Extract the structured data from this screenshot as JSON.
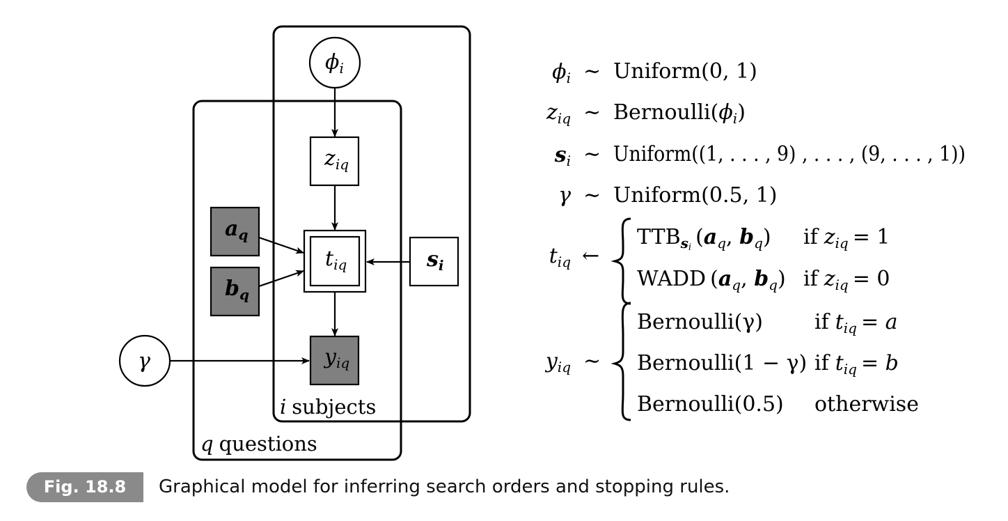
{
  "colors": {
    "observed_fill": "#808080",
    "stroke": "#000000",
    "caption_tag_bg": "#8a8a8a"
  },
  "plates": {
    "subjects_label_var": "i",
    "subjects_label_text": "subjects",
    "questions_label_var": "q",
    "questions_label_text": "questions"
  },
  "nodes": {
    "phi": {
      "symbol": "ϕ",
      "sub": "i",
      "shape": "circle",
      "observed": false
    },
    "z": {
      "symbol": "z",
      "sub": "iq",
      "shape": "square",
      "observed": false
    },
    "a": {
      "symbol": "a",
      "sub": "q",
      "shape": "square",
      "observed": true
    },
    "b": {
      "symbol": "b",
      "sub": "q",
      "shape": "square",
      "observed": true
    },
    "t": {
      "symbol": "t",
      "sub": "iq",
      "shape": "double-square",
      "observed": false,
      "deterministic": true
    },
    "s": {
      "symbol": "s",
      "sub": "i",
      "shape": "square",
      "observed": false
    },
    "y": {
      "symbol": "y",
      "sub": "iq",
      "shape": "square",
      "observed": true
    },
    "gamma": {
      "symbol": "γ",
      "shape": "circle",
      "observed": false
    }
  },
  "edges": [
    [
      "phi",
      "z"
    ],
    [
      "z",
      "t"
    ],
    [
      "a",
      "t"
    ],
    [
      "b",
      "t"
    ],
    [
      "s",
      "t"
    ],
    [
      "t",
      "y"
    ],
    [
      "gamma",
      "y"
    ]
  ],
  "equations": {
    "phi": {
      "lhs": "ϕ",
      "lhs_sub": "i",
      "rel": "∼",
      "rhs": "Uniform(0, 1)"
    },
    "z": {
      "lhs": "z",
      "lhs_sub": "iq",
      "rel": "∼",
      "rhs_pre": "Bernoulli(",
      "rhs_var": "ϕ",
      "rhs_var_sub": "i",
      "rhs_post": ")"
    },
    "s": {
      "lhs": "s",
      "lhs_sub": "i",
      "rel": "∼",
      "rhs": "Uniform((1, . . . , 9) , . . . , (9, . . . , 1))"
    },
    "gamma": {
      "lhs": "γ",
      "rel": "∼",
      "rhs": "Uniform(0.5, 1)"
    },
    "t": {
      "lhs": "t",
      "lhs_sub": "iq",
      "rel": "←",
      "case1_fn": "TTB",
      "case1_fn_sub": "s",
      "case1_fn_subsub": "i",
      "case1_cond_pre": "if",
      "case1_cond_var": "z",
      "case1_cond_sub": "iq",
      "case1_cond_val": "= 1",
      "case2_fn": "WADD",
      "case2_cond_pre": "if",
      "case2_cond_var": "z",
      "case2_cond_sub": "iq",
      "case2_cond_val": "= 0",
      "args_a": "a",
      "args_a_sub": "q",
      "args_b": "b",
      "args_b_sub": "q"
    },
    "y": {
      "lhs": "y",
      "lhs_sub": "iq",
      "rel": "∼",
      "case1": "Bernoulli(γ)",
      "case1_cond_pre": "if",
      "case1_cond_var": "t",
      "case1_cond_sub": "iq",
      "case1_cond_val": "= a",
      "case2": "Bernoulli(1 − γ)",
      "case2_cond_pre": "if",
      "case2_cond_var": "t",
      "case2_cond_sub": "iq",
      "case2_cond_val": "= b",
      "case3": "Bernoulli(0.5)",
      "case3_cond": "otherwise"
    }
  },
  "caption": {
    "tag": "Fig. 18.8",
    "text": "Graphical model for inferring search orders and stopping rules."
  }
}
